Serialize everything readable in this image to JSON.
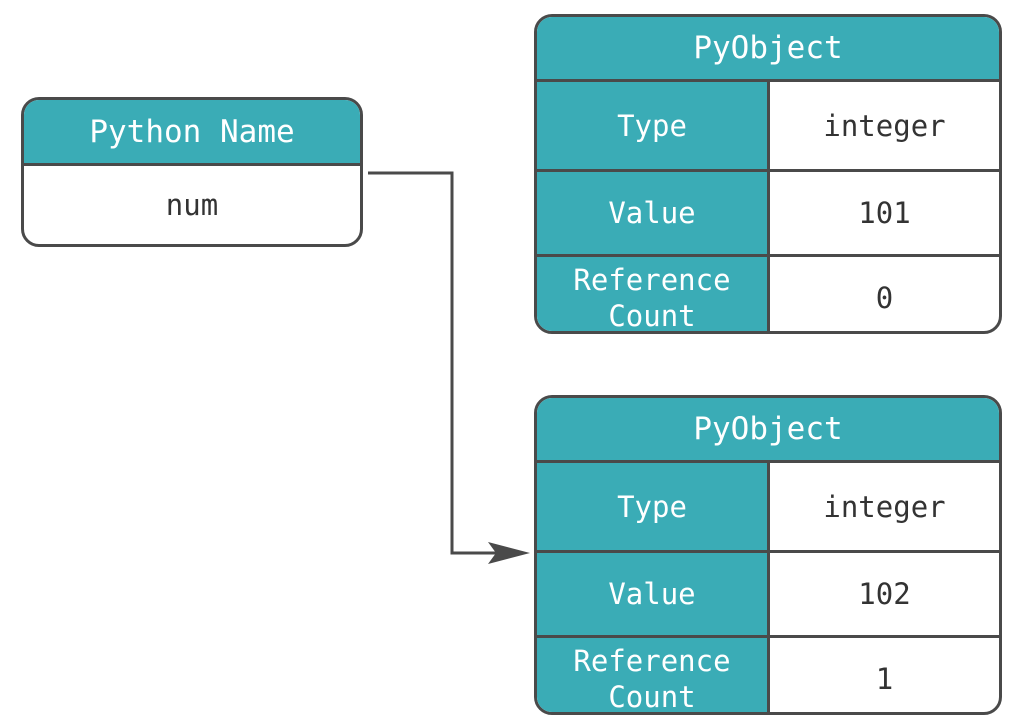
{
  "name_box": {
    "title": "Python Name",
    "value": "num"
  },
  "objects": [
    {
      "title": "PyObject",
      "rows": [
        {
          "label": "Type",
          "value": "integer"
        },
        {
          "label": "Value",
          "value": "101"
        },
        {
          "label": "Reference Count",
          "value": "0"
        }
      ]
    },
    {
      "title": "PyObject",
      "rows": [
        {
          "label": "Type",
          "value": "integer"
        },
        {
          "label": "Value",
          "value": "102"
        },
        {
          "label": "Reference Count",
          "value": "1"
        }
      ]
    }
  ],
  "colors": {
    "header": "#3aacb6",
    "border": "#4a4a4a",
    "arrow": "#4a4a4a"
  }
}
